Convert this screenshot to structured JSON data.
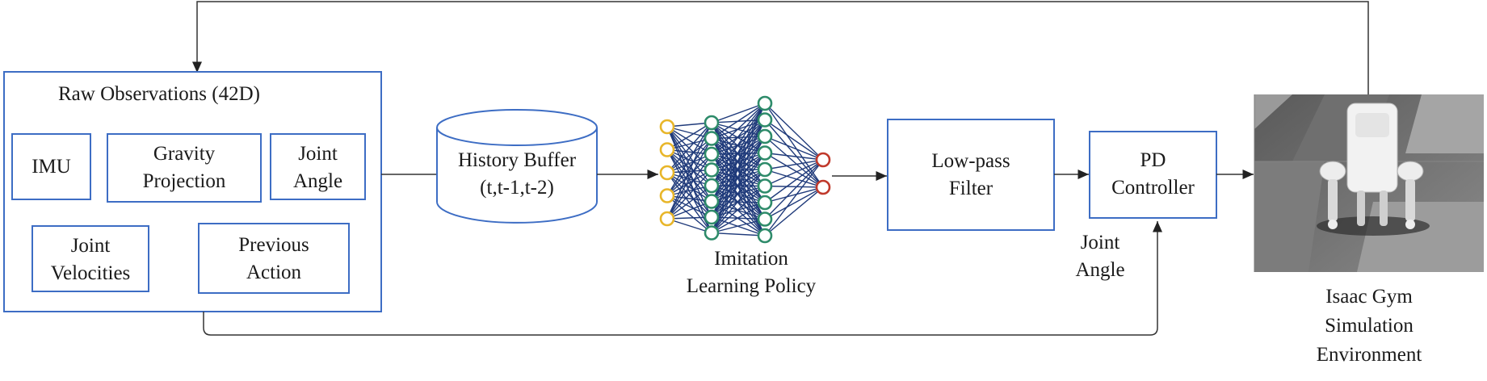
{
  "raw_obs": {
    "title": "Raw Observations (42D)",
    "imu": "IMU",
    "gravity": [
      "Gravity",
      "Projection"
    ],
    "joint_angle": [
      "Joint",
      "Angle"
    ],
    "joint_vel": [
      "Joint",
      "Velocities"
    ],
    "prev_action": [
      "Previous",
      "Action"
    ]
  },
  "history": [
    "History Buffer",
    "(t,t-1,t-2)"
  ],
  "policy": [
    "Imitation",
    "Learning Policy"
  ],
  "lowpass": [
    "Low-pass",
    "Filter"
  ],
  "pd": [
    "PD",
    "Controller"
  ],
  "joint_angle_feed": [
    "Joint",
    "Angle"
  ],
  "sim": [
    "Isaac Gym",
    "Simulation",
    "Environment"
  ],
  "colors": {
    "box_border": "#3d6dc4",
    "line": "#333333",
    "nn_edge": "#1f3a7a",
    "nn_input": "#e8b62a",
    "nn_hidden": "#2e8b6a",
    "nn_output": "#c0392b"
  }
}
